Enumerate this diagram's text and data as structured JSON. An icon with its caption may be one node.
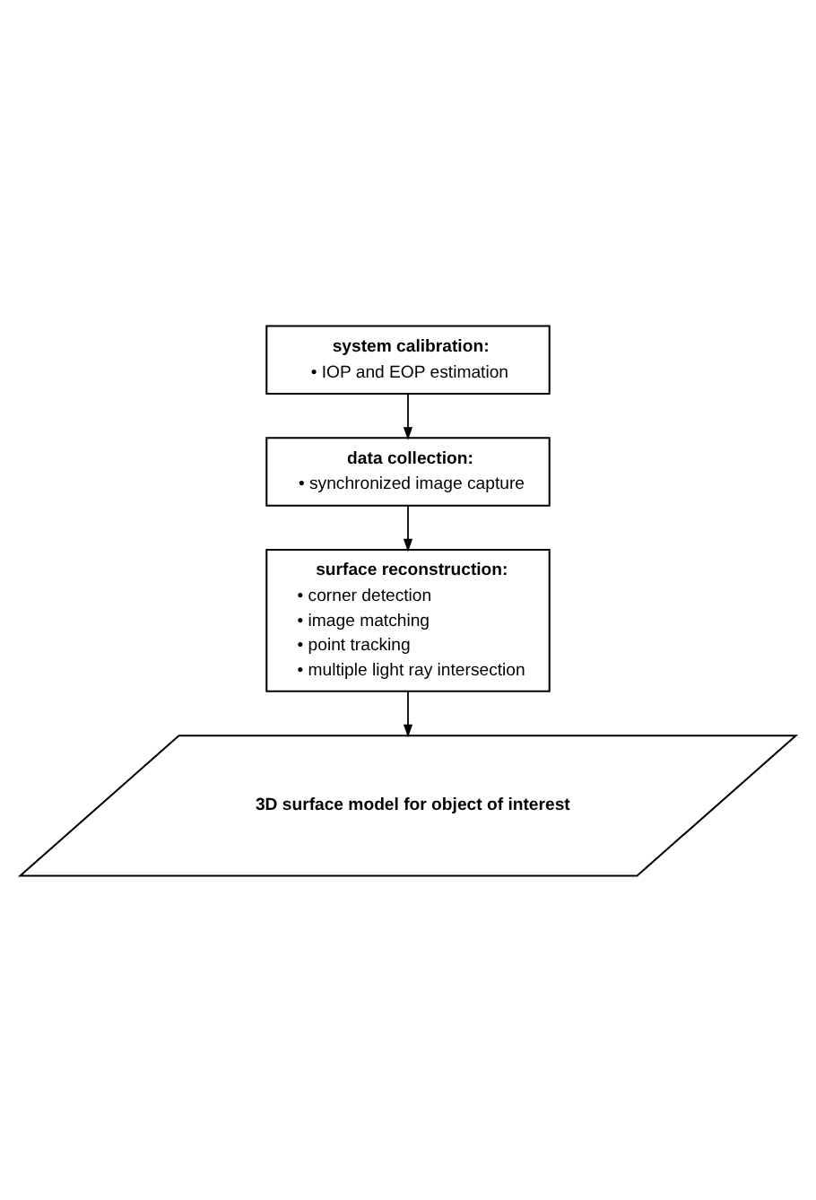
{
  "diagram": {
    "nodes": [
      {
        "text": [
          "system calibration:",
          "• IOP and EOP estimation"
        ]
      },
      {
        "text": [
          "data collection:",
          "• synchronized image capture"
        ]
      },
      {
        "text": [
          "surface reconstruction:",
          "• corner detection",
          "• image matching",
          "• point tracking",
          "• multiple light ray intersection"
        ]
      },
      {
        "text": [
          "3D surface model for object of interest"
        ]
      }
    ],
    "edges": [
      {
        "from": 0,
        "to": 1,
        "arrow": "to"
      },
      {
        "from": 1,
        "to": 2,
        "arrow": "to"
      },
      {
        "from": 2,
        "to": 3,
        "arrow": "to"
      }
    ]
  }
}
